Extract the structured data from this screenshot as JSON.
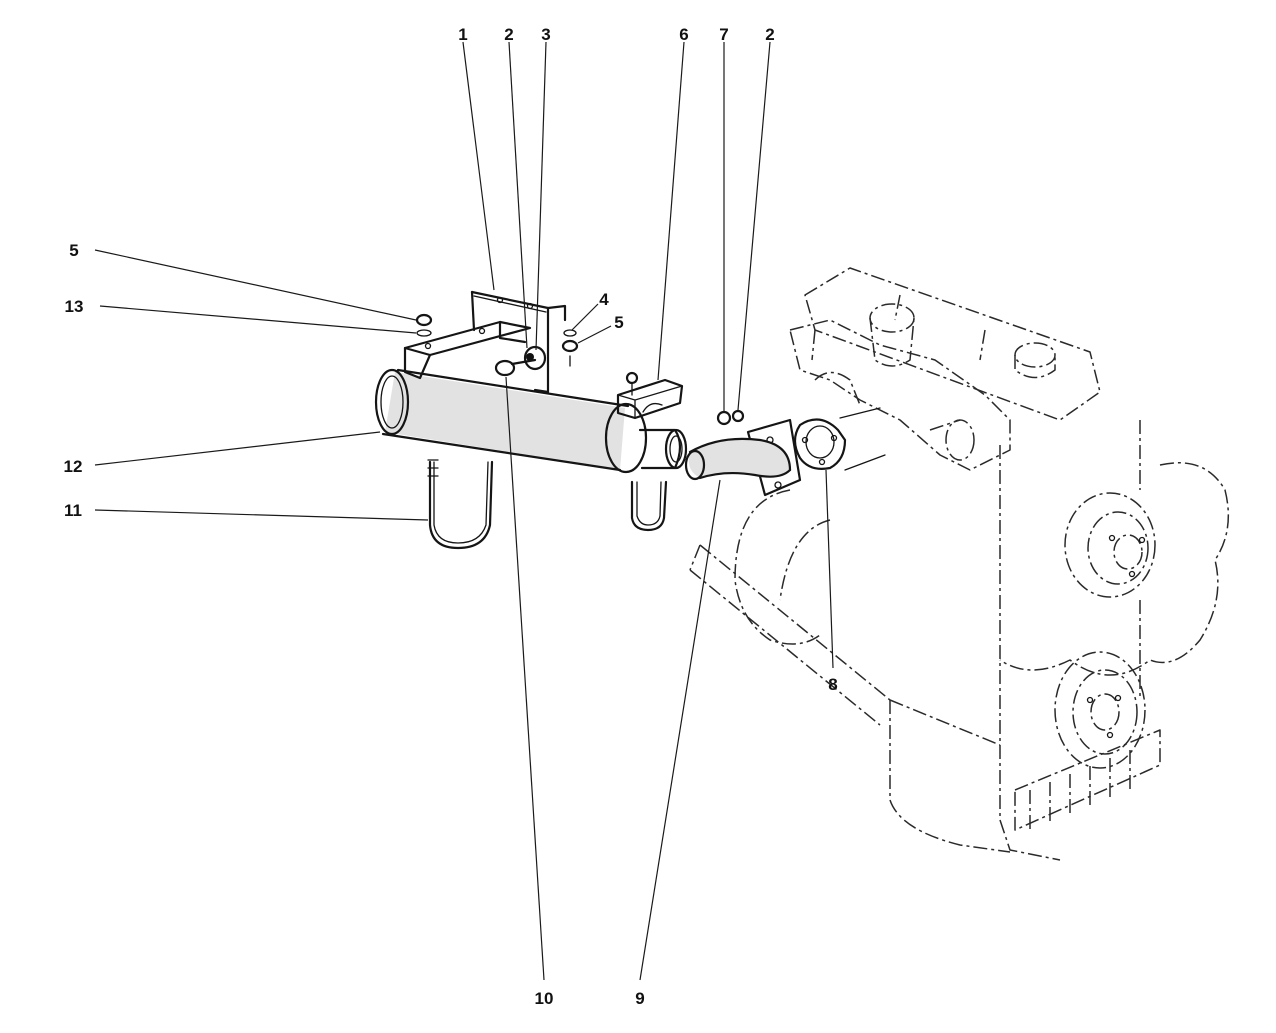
{
  "callouts": {
    "c1": "1",
    "c2a": "2",
    "c3": "3",
    "c6": "6",
    "c7": "7",
    "c2b": "2",
    "c5a": "5",
    "c13": "13",
    "c4": "4",
    "c5b": "5",
    "c12": "12",
    "c11": "11",
    "c8": "8",
    "c10": "10",
    "c9": "9"
  }
}
